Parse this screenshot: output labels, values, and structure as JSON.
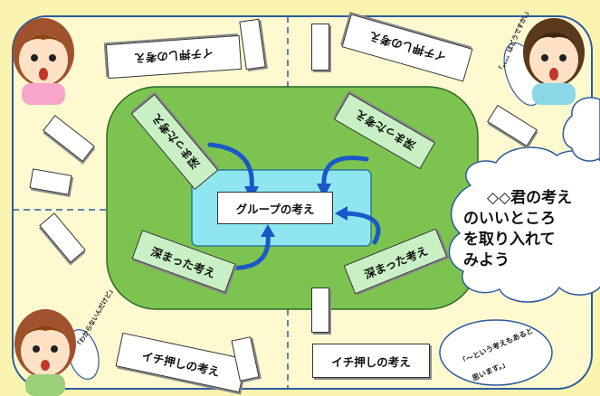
{
  "outer_cards": {
    "top_left": "イチ押しの考え",
    "top_right": "イチ押しの考え",
    "bottom_left": "イチ押しの考え",
    "bottom_right": "イチ押しの考え"
  },
  "inner_cards": {
    "top_left": "深まった考え",
    "top_right": "深まった考え",
    "bottom_left": "深まった考え",
    "bottom_right": "深まった考え"
  },
  "center_card": "グループの考え",
  "speech_bubble": {
    "line1": "◇◇君の考え",
    "line2": "のいいところ",
    "line3": "を取り入れて",
    "line4": "みよう"
  },
  "small_bubbles": {
    "top_right": "「。。。。はどうですか。」",
    "bottom_left": "「わからないんだけど」",
    "bottom_right_line1": "「～という考えもあると",
    "bottom_right_line2": "思います。」"
  },
  "colors": {
    "background": "#fbf4b0",
    "board": "#fff8c8",
    "table_green": "#7dc34f",
    "center_cyan": "#8fe6f0",
    "arrow_blue": "#1a58c8"
  }
}
